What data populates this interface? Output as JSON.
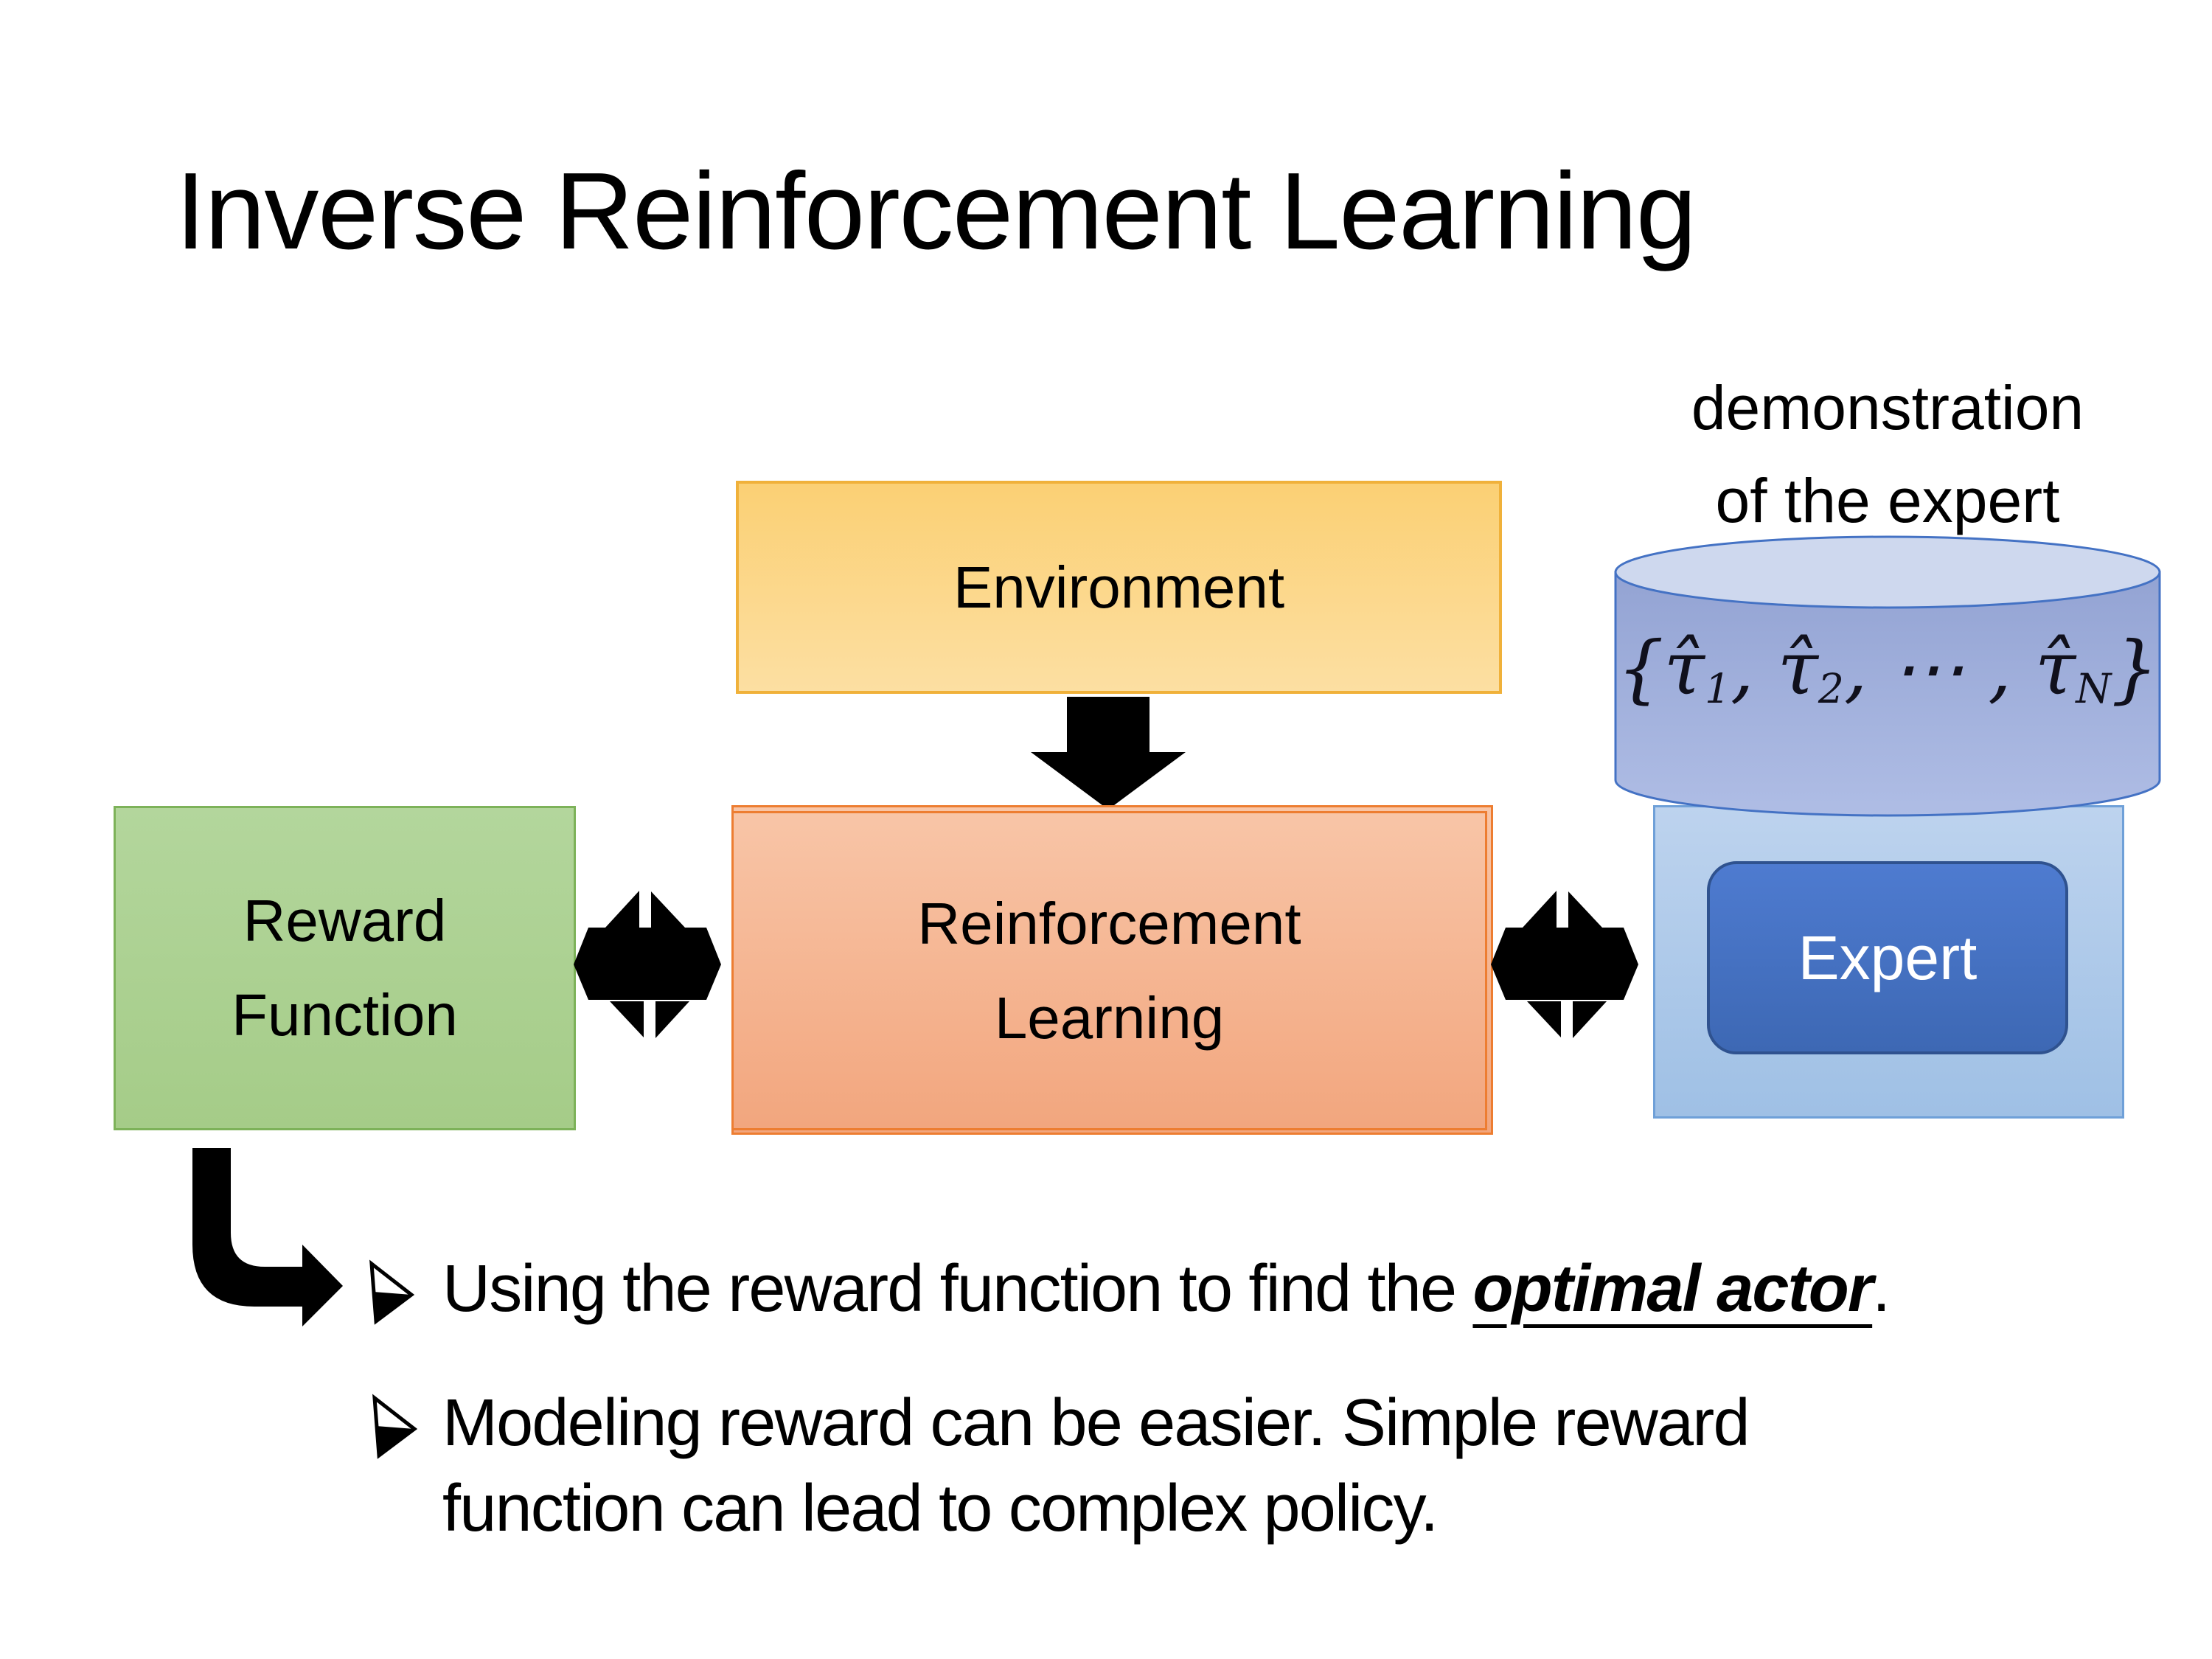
{
  "title": "Inverse Reinforcement Learning",
  "demo_label": {
    "line1": "demonstration",
    "line2": "of the expert"
  },
  "environment_box": {
    "label": "Environment"
  },
  "reward_box": {
    "line1": "Reward",
    "line2": "Function"
  },
  "rl_box": {
    "line1": "Reinforcement",
    "line2": "Learning"
  },
  "expert_box": {
    "label": "Expert"
  },
  "dataset": {
    "tokens": [
      {
        "t": "{τ̂"
      },
      {
        "sub": "1"
      },
      {
        "t": ", τ̂"
      },
      {
        "sub": "2"
      },
      {
        "t": ", ⋯ , τ̂"
      },
      {
        "sub": "N"
      },
      {
        "t": "}"
      }
    ]
  },
  "bullets": {
    "item1": {
      "prefix": "Using the reward function to find the ",
      "emphasis": "optimal actor",
      "suffix": "."
    },
    "item2": {
      "line1": "Modeling reward can be easier. Simple reward",
      "line2": "function can lead to complex policy."
    }
  },
  "colors": {
    "title": "#000000",
    "text": "#000000",
    "arrow": "#000000",
    "env_fill_top": "#FBD074",
    "env_fill_bottom": "#FCDFA2",
    "env_border": "#F0B13A",
    "reward_fill_top": "#B3D69C",
    "reward_fill_bottom": "#A5CC88",
    "reward_border": "#7DB259",
    "rl_fill_top": "#F8C5A7",
    "rl_fill_bottom": "#F2A67E",
    "rl_border": "#ED7D31",
    "cyl_top_fill": "#CED8EE",
    "cyl_body_top": "#93A3D3",
    "cyl_body_bottom": "#AFBDE5",
    "cyl_border": "#4472C4",
    "expertc_fill_top": "#BDD3EE",
    "expertc_fill_bottom": "#9FC0E5",
    "expertc_border": "#6FA0D8",
    "expert_fill_top": "#4E7BD0",
    "expert_fill_bottom": "#3D68B4",
    "expert_border": "#2F528F",
    "expert_text": "#FFFFFF",
    "math_text": "#10101C"
  }
}
